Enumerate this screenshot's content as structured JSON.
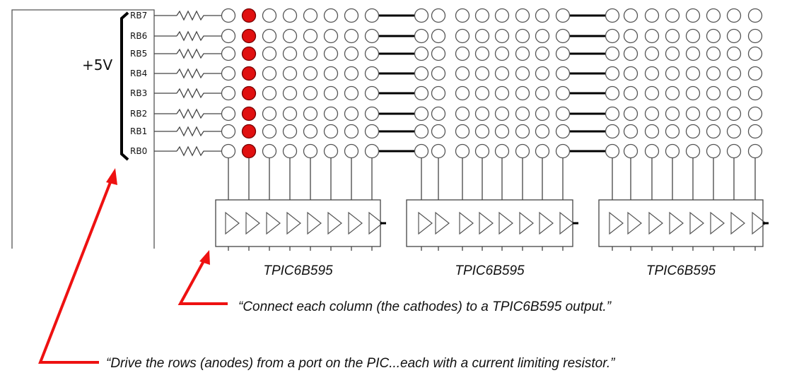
{
  "supply_label": "+5V",
  "rows": [
    "RB7",
    "RB6",
    "RB5",
    "RB4",
    "RB3",
    "RB2",
    "RB1",
    "RB0"
  ],
  "lit_column": 1,
  "colors": {
    "led_on": "#e01010",
    "arrow": "#ee1111",
    "wire": "#333333"
  },
  "chips": [
    "TPIC6B595",
    "TPIC6B595",
    "TPIC6B595"
  ],
  "annotations": {
    "columns": "“Connect each column (the cathodes) to a TPIC6B595 output.”",
    "rows": "“Drive the rows (anodes) from a port on the PIC...each with a current limiting resistor.”"
  }
}
